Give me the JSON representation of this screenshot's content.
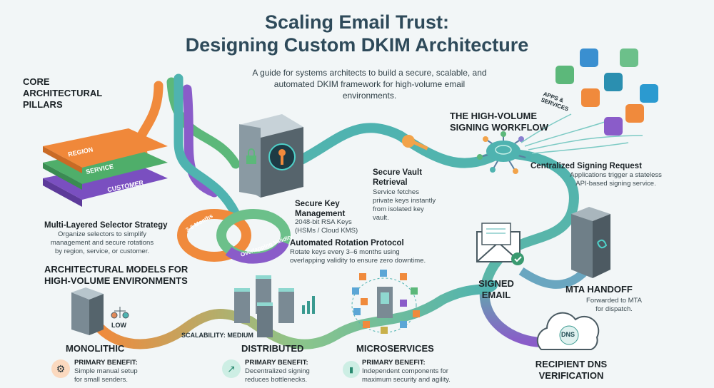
{
  "header": {
    "title_line1": "Scaling Email Trust:",
    "title_line2": "Designing Custom DKIM Architecture",
    "subtitle": "A guide for systems architects to build a secure, scalable, and automated DKIM framework for high-volume email environments."
  },
  "pillars": {
    "heading": "CORE ARCHITECTURAL PILLARS",
    "layers": [
      "REGION",
      "SERVICE",
      "CUSTOMER"
    ],
    "selector_title": "Multi-Layered Selector Strategy",
    "selector_desc": "Organize selectors to simplify management and secure rotations by region, service, or customer.",
    "ring_labels": [
      "3-6 Months",
      "Overlapping Validity"
    ],
    "key_title": "Secure Key Management",
    "key_desc": "2048-bit RSA Keys (HSMs / Cloud KMS)",
    "rotation_title": "Automated Rotation Protocol",
    "rotation_desc": "Rotate keys every 3–6 months using overlapping validity to ensure zero downtime."
  },
  "workflow": {
    "heading": "THE HIGH-VOLUME SIGNING WORKFLOW",
    "apps_label": "APPS & SERVICES",
    "vault_title": "Secure Vault Retrieval",
    "vault_desc": "Service fetches private keys instantly from isolated key vault.",
    "signing_title": "Centralized Signing Request",
    "signing_desc": "Applications trigger a stateless API-based signing service.",
    "signed_email": "SIGNED EMAIL",
    "mta_title": "MTA HANDOFF",
    "mta_desc": "Forwarded to MTA for dispatch.",
    "dns_badge": "DNS",
    "dns_title": "RECIPIENT DNS VERIFICATION"
  },
  "models": {
    "heading": "ARCHITECTURAL MODELS FOR HIGH-VOLUME ENVIRONMENTS",
    "low_label": "LOW",
    "scalability_label": "SCALABILITY: MEDIUM",
    "benefit_label": "PRIMARY BENEFIT:",
    "items": [
      {
        "name": "MONOLITHIC",
        "benefit": "Simple manual setup for small senders."
      },
      {
        "name": "DISTRIBUTED",
        "benefit": "Decentralized signing reduces bottlenecks."
      },
      {
        "name": "MICROSERVICES",
        "benefit": "Independent components for maximum security and agility."
      }
    ]
  },
  "colors": {
    "orange": "#f08a3c",
    "green": "#5cb87a",
    "purple": "#8a5cc9",
    "teal": "#4fb3b0",
    "title": "#2e4a5a"
  }
}
